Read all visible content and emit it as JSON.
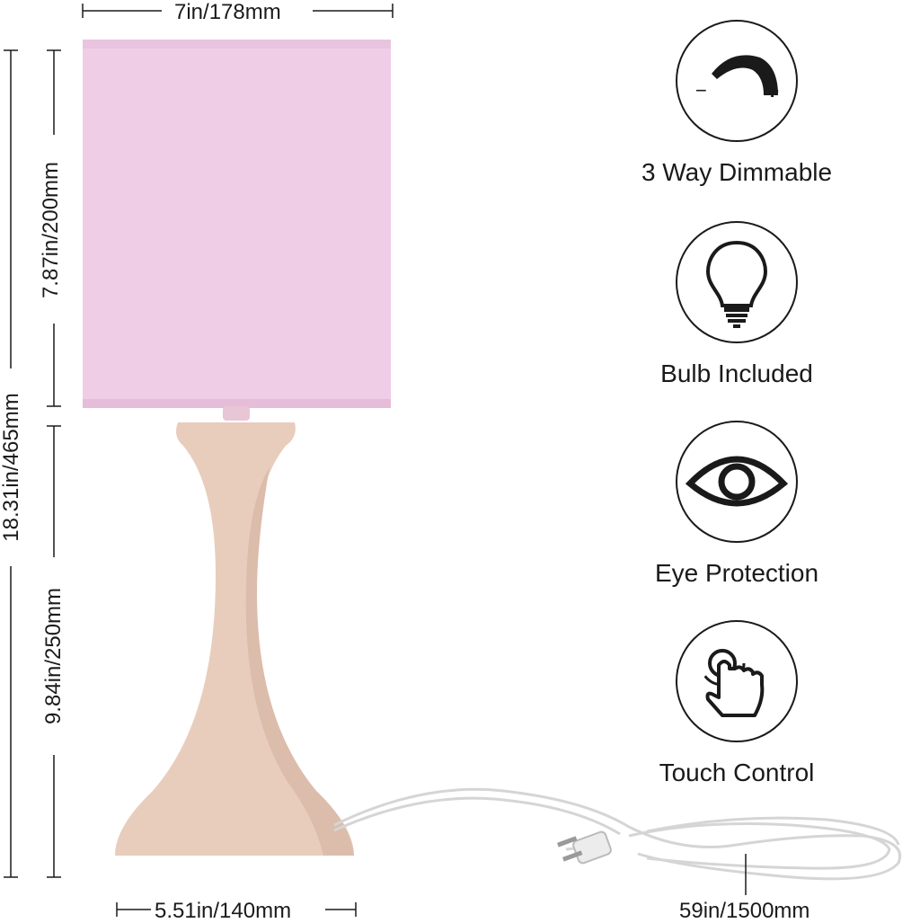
{
  "dimensions": {
    "shade_width": "7in/178mm",
    "shade_height": "7.87in/200mm",
    "total_height": "18.31in/465mm",
    "base_height": "9.84in/250mm",
    "base_width": "5.51in/140mm",
    "cord_length": "59in/1500mm"
  },
  "features": [
    {
      "label": "3 Way Dimmable",
      "icon": "dimmer-icon"
    },
    {
      "label": "Bulb Included",
      "icon": "bulb-icon"
    },
    {
      "label": "Eye Protection",
      "icon": "eye-icon"
    },
    {
      "label": "Touch Control",
      "icon": "touch-hand-icon"
    }
  ],
  "dimmer_signs": {
    "minus": "−",
    "plus": "+"
  },
  "colors": {
    "shade": "#f0cde6",
    "base": "#e8cdbd",
    "line": "#1a1a1a",
    "cord": "#d8d8d8"
  }
}
